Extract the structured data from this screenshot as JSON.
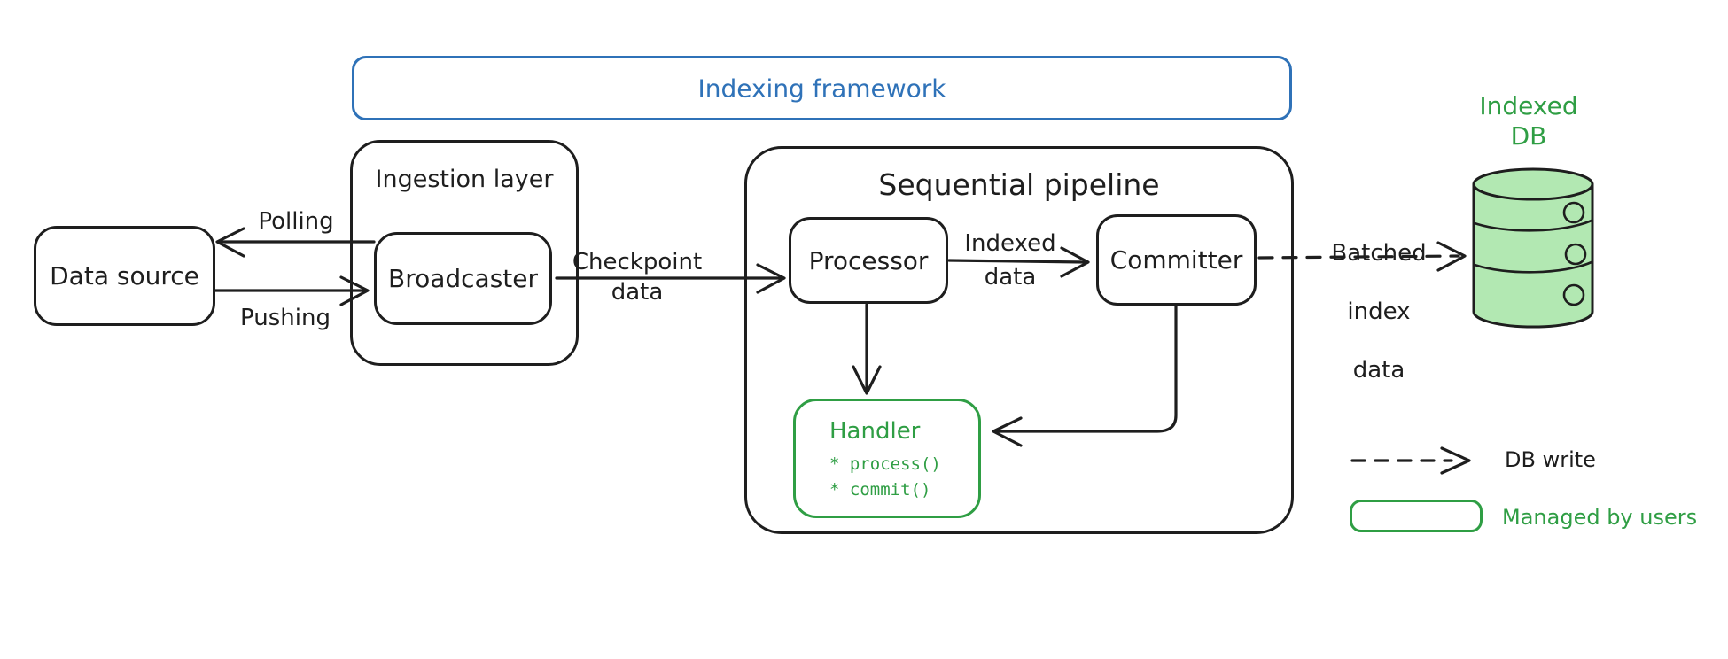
{
  "frames": {
    "indexing_framework": "Indexing framework",
    "ingestion_layer": "Ingestion layer",
    "sequential_pipeline": "Sequential pipeline"
  },
  "nodes": {
    "data_source": "Data source",
    "broadcaster": "Broadcaster",
    "processor": "Processor",
    "committer": "Committer",
    "handler": {
      "title": "Handler",
      "methods": [
        "* process()",
        "* commit()"
      ]
    },
    "indexed_db": "Indexed\nDB"
  },
  "edges": {
    "polling": "Polling",
    "pushing": "Pushing",
    "checkpoint": "Checkpoint\ndata",
    "indexed_data": "Indexed\ndata",
    "batched_index": [
      "Batched",
      "index",
      "data"
    ]
  },
  "legend": {
    "db_write": "DB write",
    "managed_by_users": "Managed by users"
  },
  "icons": {
    "database_icon": "green database cylinder with 3 bands"
  },
  "colors": {
    "stroke": "#1e1e1e",
    "frame_blue": "#2f72b8",
    "accent_green": "#2f9e44",
    "db_fill": "#b2e8b2",
    "background": "#ffffff"
  }
}
